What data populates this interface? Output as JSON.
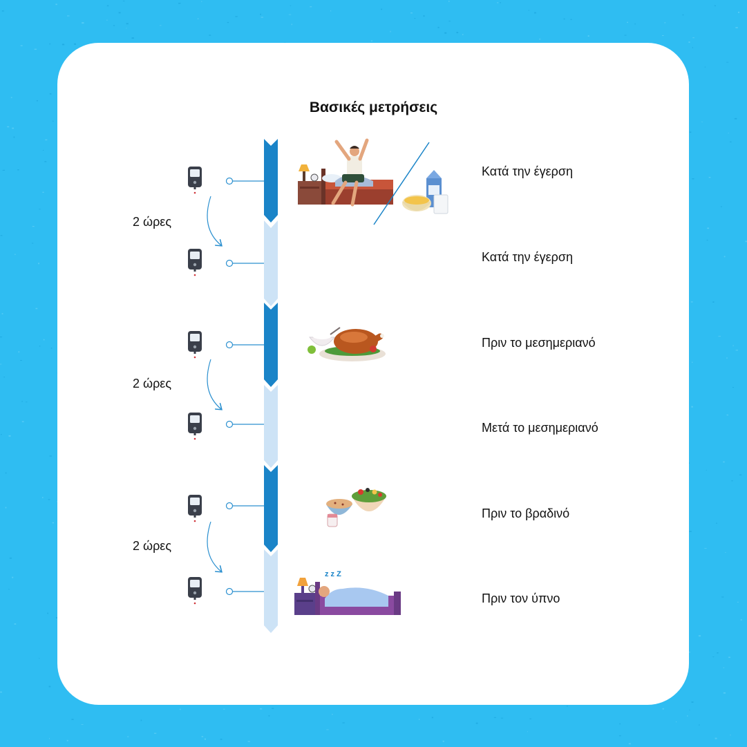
{
  "title": "Βασικές μετρήσεις",
  "colors": {
    "background": "#2fbdf2",
    "dark_segment": "#1a84c8",
    "light_segment": "#cde3f6",
    "connector": "#2a8fcf"
  },
  "icons": {
    "meter": "glucose-meter-icon",
    "arrow": "curved-arrow-icon"
  },
  "measurements": [
    {
      "label": "Κατά την έγερση",
      "illustration": "waking-up-breakfast-illustration"
    },
    {
      "label": "Κατά την έγερση"
    },
    {
      "label": "Πριν το μεσημεριανό",
      "illustration": "lunch-turkey-illustration"
    },
    {
      "label": "Μετά το μεσημεριανό"
    },
    {
      "label": "Πριν το βραδινό",
      "illustration": "dinner-salad-illustration"
    },
    {
      "label": "Πριν τον ύπνο",
      "illustration": "sleeping-illustration"
    }
  ],
  "intervals": [
    {
      "label": "2 ώρες"
    },
    {
      "label": "2 ώρες"
    },
    {
      "label": "2 ώρες"
    }
  ]
}
